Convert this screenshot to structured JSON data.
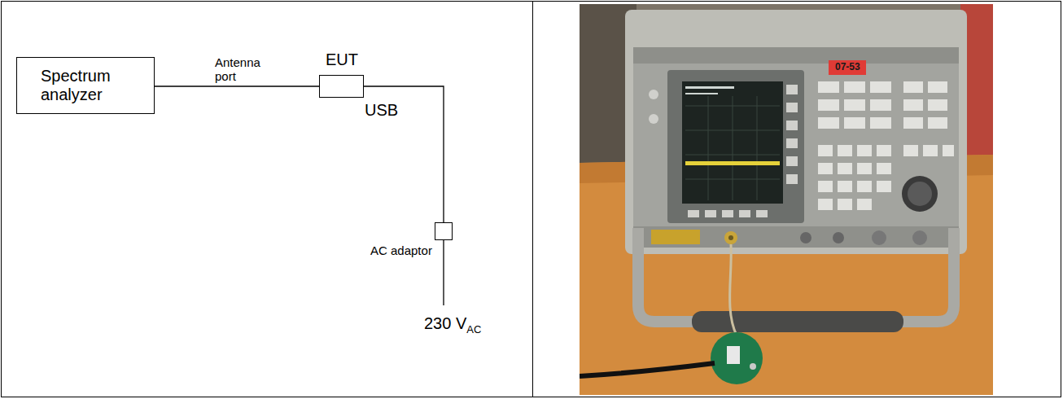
{
  "diagram": {
    "nodes": [
      {
        "text": [
          "Spectrum analyzer"
        ]
      },
      {
        "text": [
          "EUT"
        ]
      },
      {
        "text": [
          "AC adaptor"
        ]
      }
    ],
    "edges": [
      {
        "from": 0,
        "to": 1,
        "arrow": "none",
        "label": "Antenna port"
      },
      {
        "from": 1,
        "to": 2,
        "arrow": "none",
        "label": "USB"
      }
    ],
    "labels": [
      "230 V",
      "AC",
      "07-53"
    ]
  }
}
